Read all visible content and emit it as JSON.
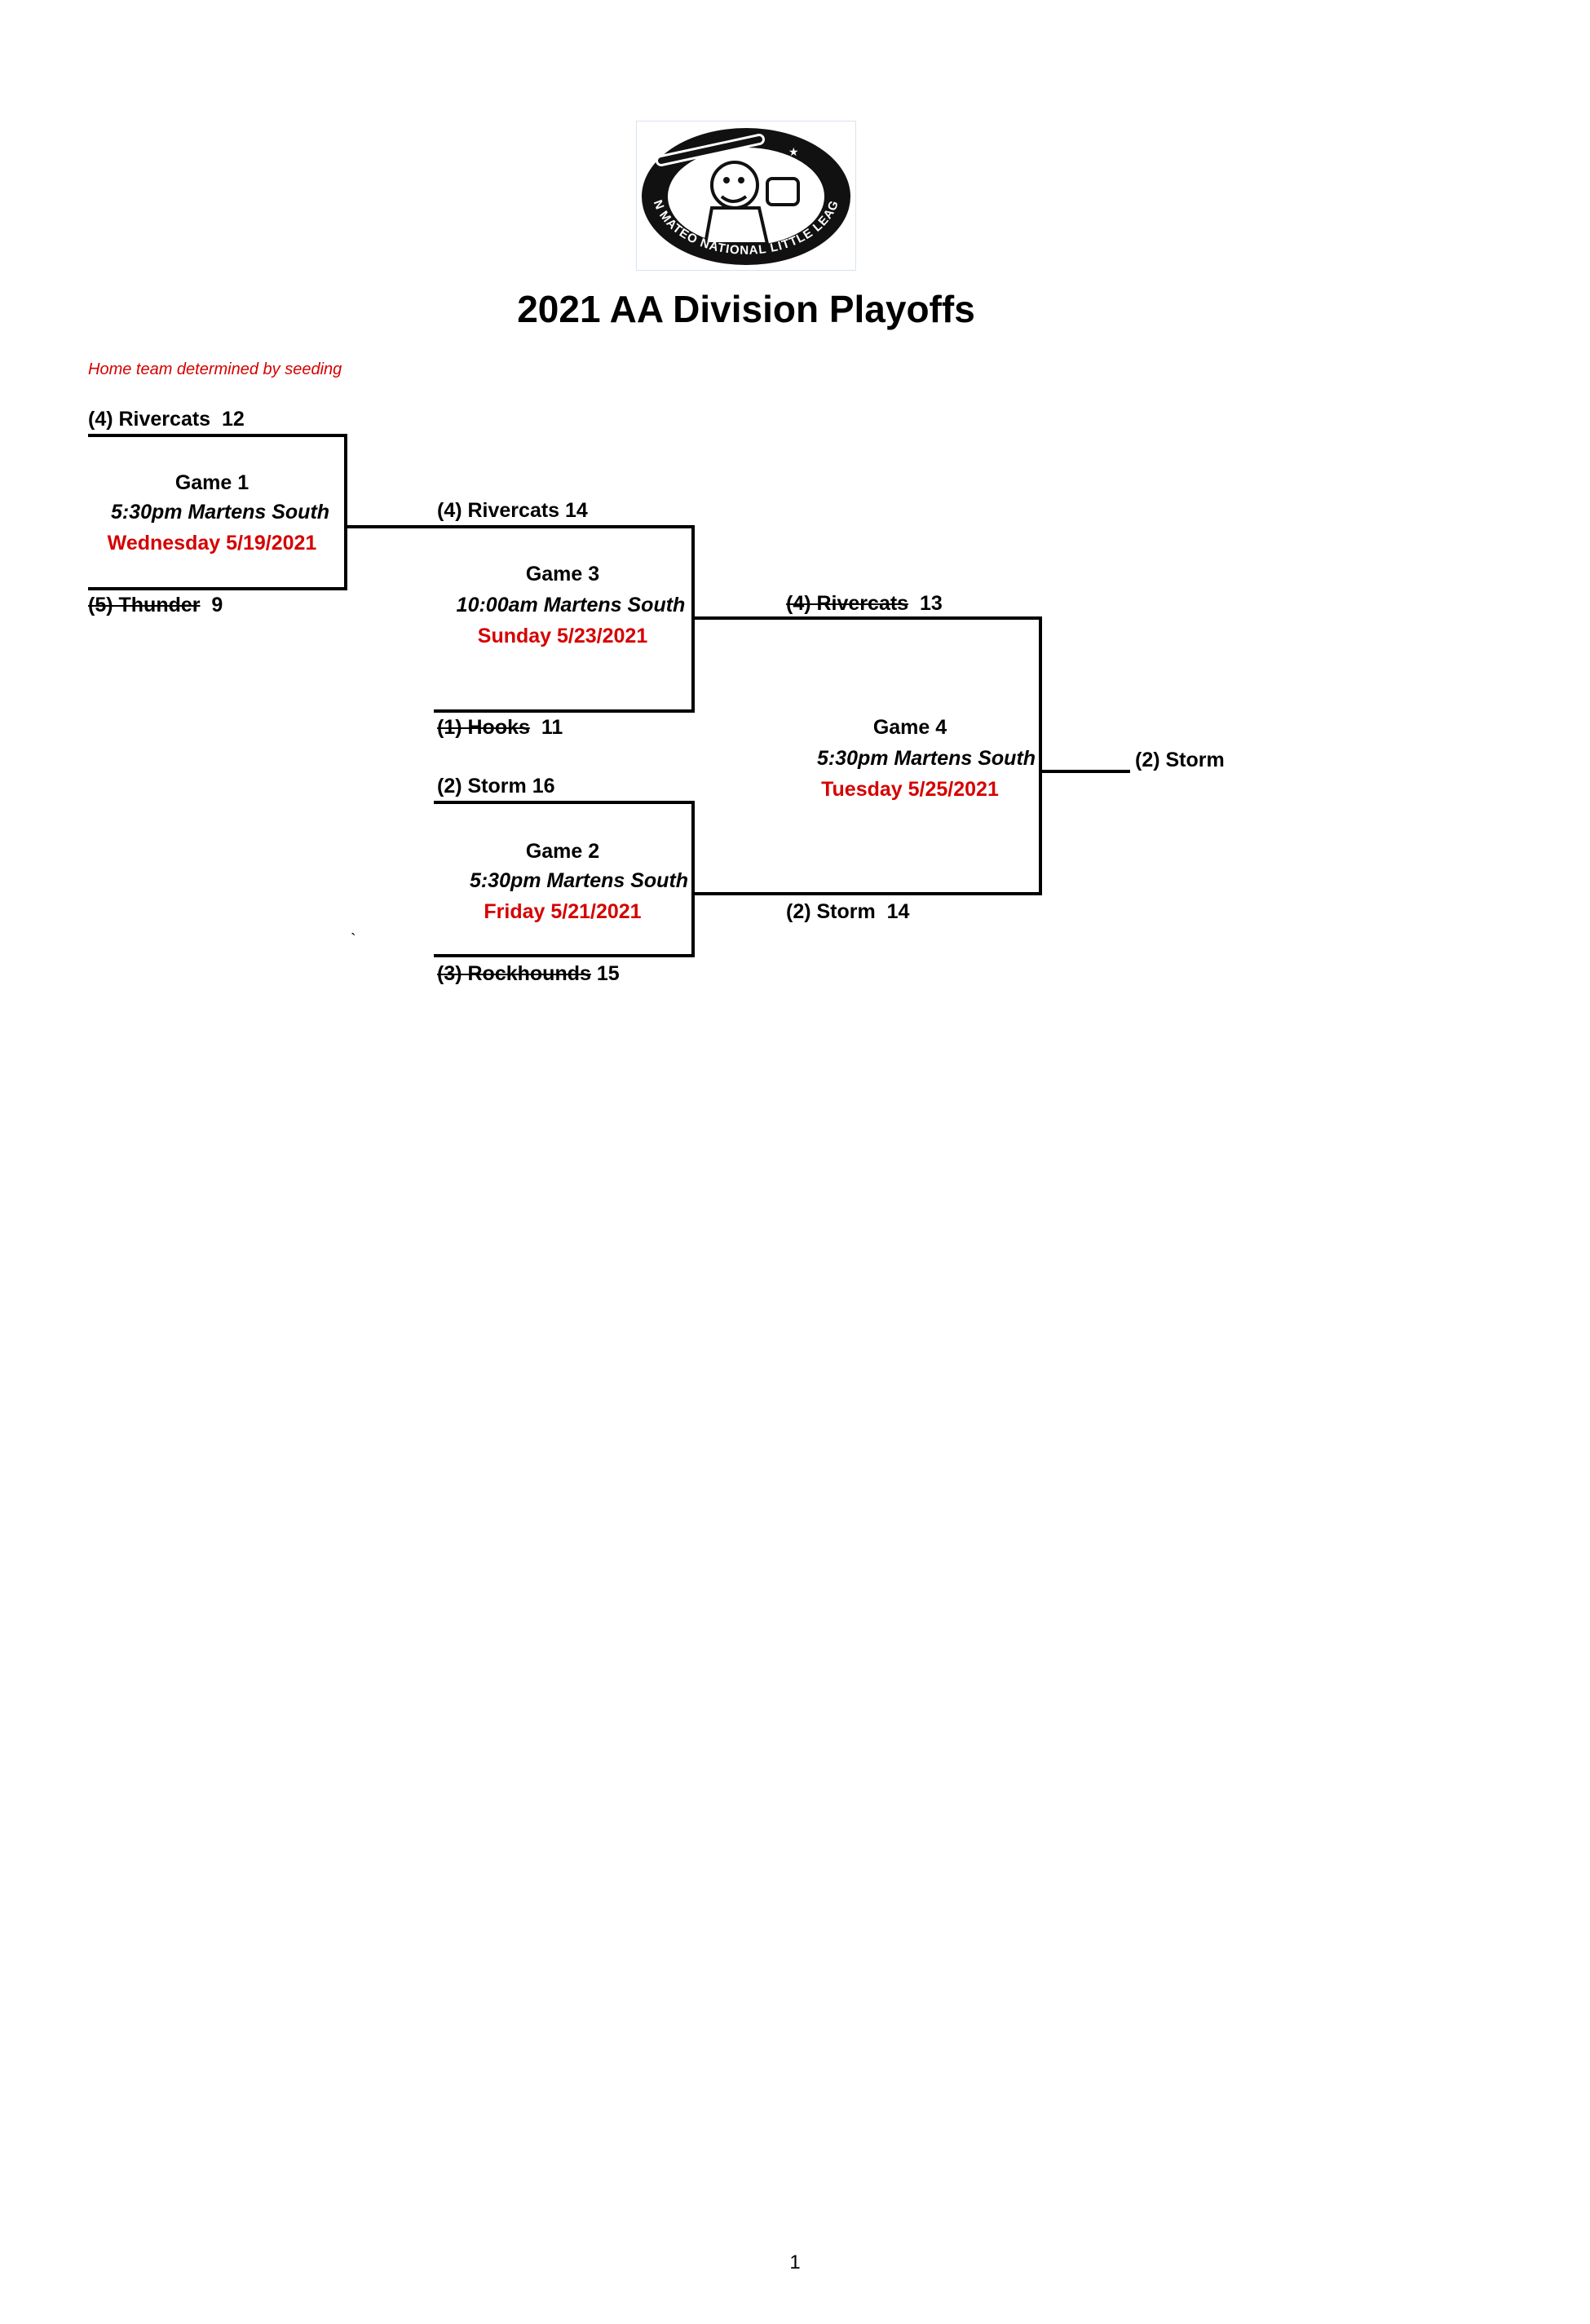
{
  "logo": {
    "text": "SAN MATEO NATIONAL LITTLE LEAGUE"
  },
  "title": "2021 AA Division Playoffs",
  "note": "Home team determined by seeding",
  "games": {
    "game1": {
      "name": "Game 1",
      "time": "5:30pm Martens South",
      "date": "Wednesday 5/19/2021",
      "top": {
        "team": "(4) Rivercats",
        "score": "12"
      },
      "bottom": {
        "team": "(5) Thunder",
        "score": "9"
      }
    },
    "game2": {
      "name": "Game 2",
      "time": "5:30pm Martens South",
      "date": "Friday 5/21/2021",
      "top": {
        "team": "(2) Storm",
        "score": "16"
      },
      "bottom": {
        "team": "(3) Rockhounds",
        "score": "15"
      }
    },
    "game3": {
      "name": "Game 3",
      "time": "10:00am Martens South",
      "date": "Sunday 5/23/2021",
      "top": {
        "team": "(4) Rivercats",
        "score": "14"
      },
      "bottom": {
        "team": "(1) Hooks",
        "score": "11"
      }
    },
    "game4": {
      "name": "Game 4",
      "time": "5:30pm Martens South",
      "date": "Tuesday 5/25/2021",
      "top": {
        "team": "(4) Rivercats",
        "score": "13"
      },
      "bottom": {
        "team": "(2) Storm",
        "score": "14"
      }
    }
  },
  "champion": "(2) Storm",
  "stray_mark": "`",
  "page_number": "1"
}
